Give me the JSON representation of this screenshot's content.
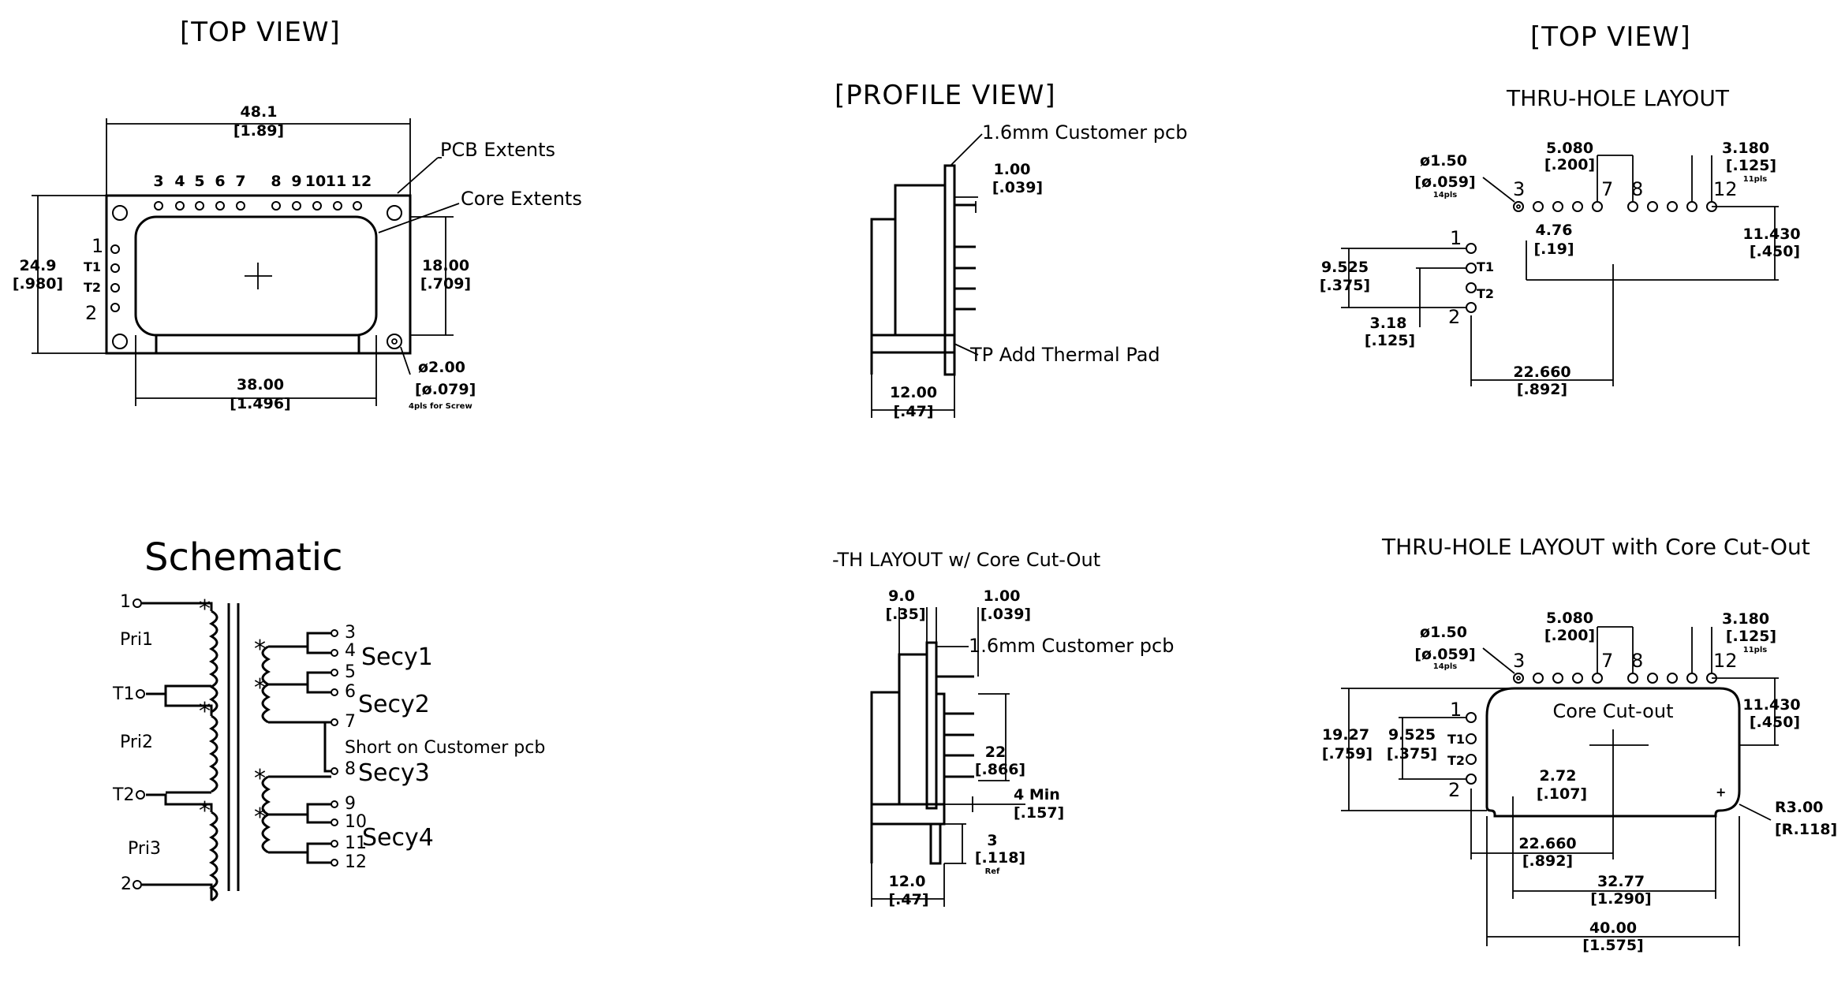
{
  "top_view_left": {
    "title": "[TOP VIEW]",
    "width_mm": "48.1",
    "width_in": "[1.89]",
    "pcb_extents": "PCB Extents",
    "core_extents": "Core Extents",
    "pins_top": [
      "3",
      "4",
      "5",
      "6",
      "7",
      "8",
      "9",
      "10",
      "11",
      "12"
    ],
    "pin1": "1",
    "pinT1": "T1",
    "pinT2": "T2",
    "pin2": "2",
    "height_mm": "24.9",
    "height_in": "[.980]",
    "core_h_mm": "18.00",
    "core_h_in": "[.709]",
    "core_w_mm": "38.00",
    "core_w_in": "[1.496]",
    "screw_dia": "ø2.00",
    "screw_in": "[ø.079]",
    "screw_note": "4pls for Screw"
  },
  "profile_view": {
    "title": "[PROFILE VIEW]",
    "pcb": "1.6mm Customer pcb",
    "offset_mm": "1.00",
    "offset_in": "[.039]",
    "thermal": "TP Add Thermal Pad",
    "width_mm": "12.00",
    "width_in": "[.47]"
  },
  "top_view_right": {
    "title": "[TOP VIEW]",
    "subtitle": "THRU-HOLE LAYOUT",
    "hole_dia": "ø1.50",
    "hole_in": "[ø.059]",
    "hole_note": "14pls",
    "pitch_mm": "5.080",
    "pitch_in": "[.200]",
    "step_mm": "3.180",
    "step_in": "[.125]",
    "step_note": "11pls",
    "d476": "4.76",
    "d476_in": "[.19]",
    "d11430": "11.430",
    "d11430_in": "[.450]",
    "d9525": "9.525",
    "d9525_in": "[.375]",
    "d318": "3.18",
    "d318_in": "[.125]",
    "d22660": "22.660",
    "d22660_in": "[.892]",
    "pin_labels": {
      "p1": "1",
      "p2": "2",
      "pT1": "T1",
      "pT2": "T2",
      "p3": "3",
      "p7": "7",
      "p8": "8",
      "p12": "12"
    }
  },
  "schematic": {
    "title": "Schematic",
    "pri": [
      "Pri1",
      "Pri2",
      "Pri3"
    ],
    "left_pins": [
      "1",
      "T1",
      "T2",
      "2"
    ],
    "right_pins": [
      "3",
      "4",
      "5",
      "6",
      "7",
      "8",
      "9",
      "10",
      "11",
      "12"
    ],
    "secy": [
      "Secy1",
      "Secy2",
      "Secy3",
      "Secy4"
    ],
    "short": "Short on Customer pcb"
  },
  "th_cutout": {
    "title": "-TH LAYOUT w/ Core Cut-Out",
    "d90": "9.0",
    "d90_in": "[.35]",
    "d100": "1.00",
    "d100_in": "[.039]",
    "pcb": "1.6mm Customer pcb",
    "d22": "22",
    "d22_in": "[.866]",
    "min": "4 Min",
    "min_in": "[.157]",
    "d3": "3",
    "d3_in": "[.118]",
    "d3_ref": "Ref",
    "d120": "12.0",
    "d120_in": "[.47]"
  },
  "cutout_layout": {
    "title": "THRU-HOLE LAYOUT with Core Cut-Out",
    "hole_dia": "ø1.50",
    "hole_in": "[ø.059]",
    "hole_note": "14pls",
    "pitch_mm": "5.080",
    "pitch_in": "[.200]",
    "step_mm": "3.180",
    "step_in": "[.125]",
    "step_note": "11pls",
    "core": "Core Cut-out",
    "d1927": "19.27",
    "d1927_in": "[.759]",
    "d9525": "9.525",
    "d9525_in": "[.375]",
    "d11430": "11.430",
    "d11430_in": "[.450]",
    "d272": "2.72",
    "d272_in": "[.107]",
    "r300": "R3.00",
    "r300_in": "[R.118]",
    "d22660": "22.660",
    "d22660_in": "[.892]",
    "d3277": "32.77",
    "d3277_in": "[1.290]",
    "d4000": "40.00",
    "d4000_in": "[1.575]",
    "pin_labels": {
      "p1": "1",
      "p2": "2",
      "pT1": "T1",
      "pT2": "T2",
      "p3": "3",
      "p7": "7",
      "p8": "8",
      "p12": "12"
    }
  }
}
